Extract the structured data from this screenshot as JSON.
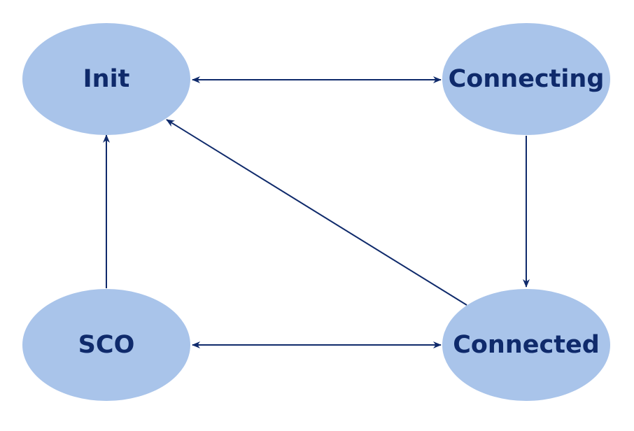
{
  "diagram": {
    "type": "state-machine",
    "colors": {
      "node_fill": "#a9c4ea",
      "node_text": "#0f2a6b",
      "edge": "#0f2a6b",
      "background": "#ffffff"
    },
    "nodes": [
      {
        "id": "init",
        "label": "Init"
      },
      {
        "id": "connecting",
        "label": "Connecting"
      },
      {
        "id": "sco",
        "label": "SCO"
      },
      {
        "id": "connected",
        "label": "Connected"
      }
    ],
    "edges": [
      {
        "from": "init",
        "to": "connecting",
        "direction": "both"
      },
      {
        "from": "connecting",
        "to": "connected",
        "direction": "forward"
      },
      {
        "from": "connected",
        "to": "init",
        "direction": "forward"
      },
      {
        "from": "sco",
        "to": "init",
        "direction": "forward"
      },
      {
        "from": "sco",
        "to": "connected",
        "direction": "both"
      }
    ]
  }
}
